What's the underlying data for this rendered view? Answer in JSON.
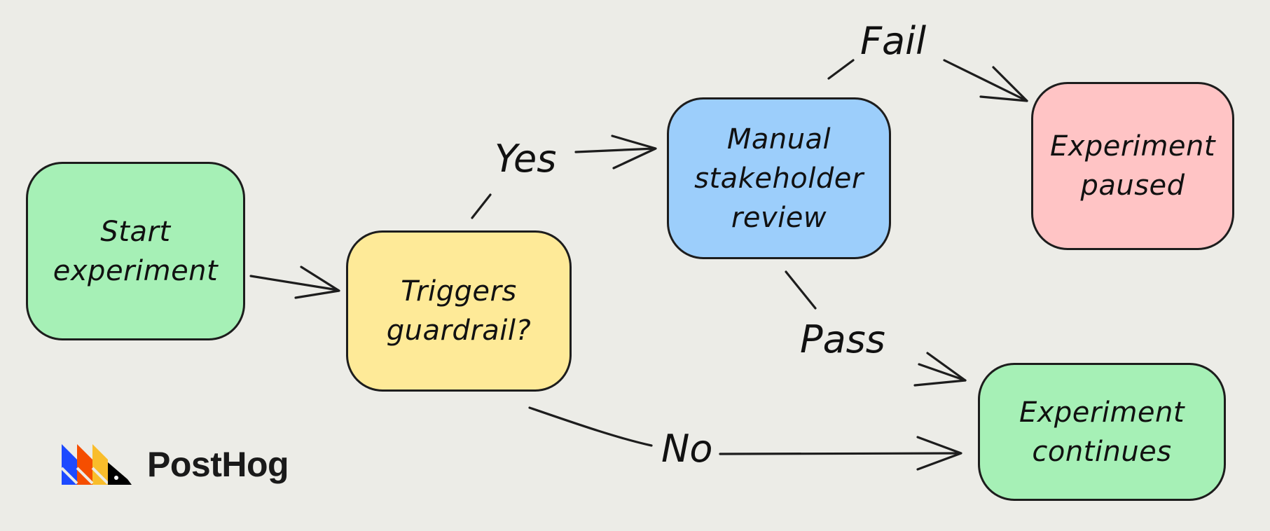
{
  "diagram": {
    "nodes": {
      "start": {
        "label": "Start\nexperiment",
        "color": "#a6f0b6"
      },
      "guardrail": {
        "label": "Triggers\nguardrail?",
        "color": "#feea98"
      },
      "review": {
        "label": "Manual\nstakeholder\nreview",
        "color": "#9ccefb"
      },
      "paused": {
        "label": "Experiment\npaused",
        "color": "#ffc4c5"
      },
      "continues": {
        "label": "Experiment\ncontinues",
        "color": "#a6f0b6"
      }
    },
    "edges": {
      "yes": "Yes",
      "no": "No",
      "fail": "Fail",
      "pass": "Pass"
    }
  },
  "logo": {
    "text": "PostHog",
    "colors": [
      "#1d4aff",
      "#f54e00",
      "#f9bd2b",
      "#000000"
    ]
  }
}
